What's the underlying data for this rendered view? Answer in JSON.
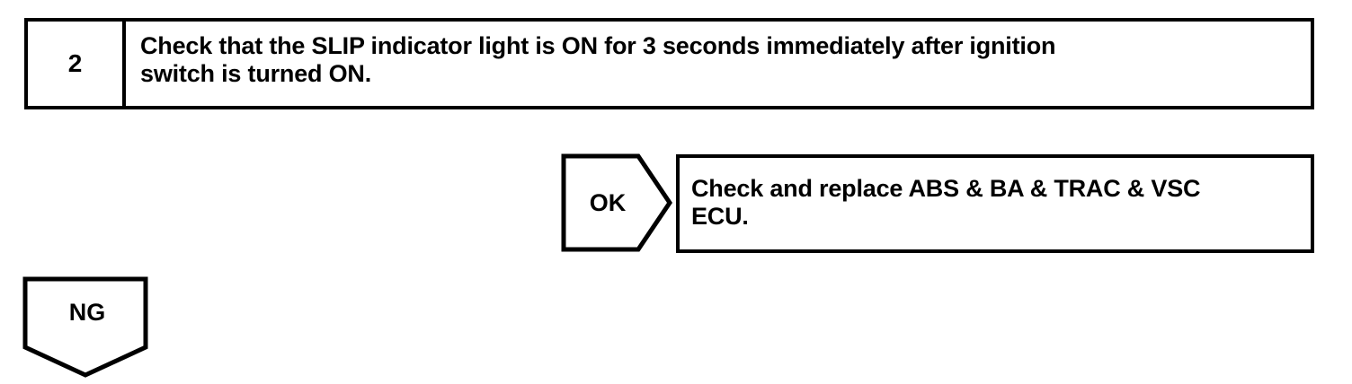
{
  "document": {
    "type": "troubleshooting-flowchart",
    "background_color": "#ffffff",
    "line_color": "#000000"
  },
  "step": {
    "number": "2",
    "instruction": "Check that the SLIP indicator light is ON for 3 seconds immediately after ignition\nswitch is turned ON."
  },
  "branches": {
    "ok": {
      "label": "OK",
      "shape": "pentagon-right",
      "result": {
        "text": "Check and replace ABS & BA & TRAC & VSC\nECU."
      }
    },
    "ng": {
      "label": "NG",
      "shape": "pentagon-down"
    }
  }
}
